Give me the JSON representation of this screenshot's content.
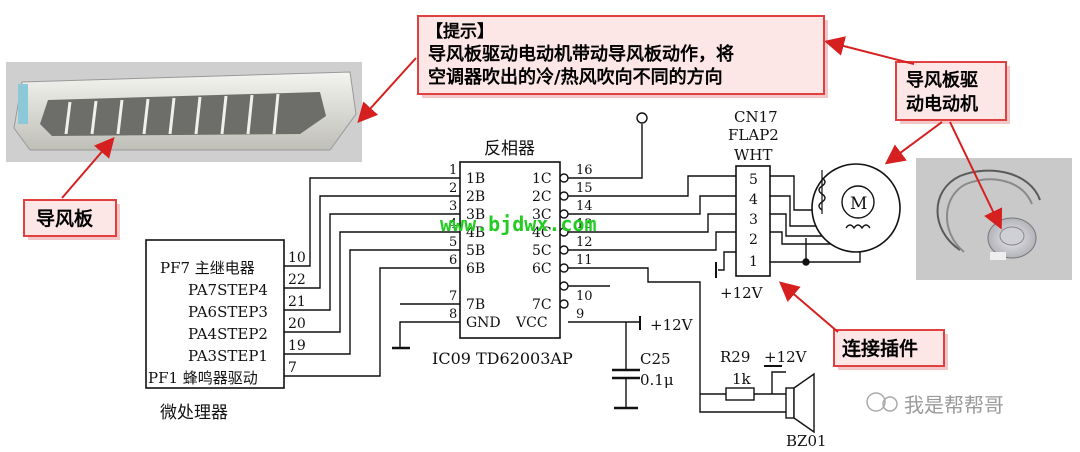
{
  "callouts": {
    "hint_title": "【提示】",
    "hint_line1": "导风板驱动电动机带动导风板动作，将",
    "hint_line2": "空调器吹出的冷/热风吹向不同的方向",
    "flap": "导风板",
    "motor_line1": "导风板驱",
    "motor_line2": "动电动机",
    "connector": "连接插件"
  },
  "inverter": {
    "title": "反相器",
    "part": "IC09 TD62003AP",
    "left_pins": [
      {
        "num": "1",
        "name": "1B"
      },
      {
        "num": "2",
        "name": "2B"
      },
      {
        "num": "3",
        "name": "3B"
      },
      {
        "num": "4",
        "name": "4B"
      },
      {
        "num": "5",
        "name": "5B"
      },
      {
        "num": "6",
        "name": "6B"
      },
      {
        "num": "7",
        "name": "7B"
      },
      {
        "num": "8",
        "name": "GND"
      }
    ],
    "right_pins": [
      {
        "num": "16",
        "name": "1C"
      },
      {
        "num": "15",
        "name": "2C"
      },
      {
        "num": "14",
        "name": "3C"
      },
      {
        "num": "13",
        "name": "4C"
      },
      {
        "num": "12",
        "name": "5C"
      },
      {
        "num": "11",
        "name": "6C"
      },
      {
        "num": "10",
        "name": "7C"
      },
      {
        "num": "9",
        "name": "VCC"
      }
    ]
  },
  "mcu": {
    "title": "微处理器",
    "pins": [
      {
        "name": "PF7 主继电器",
        "num": "10"
      },
      {
        "name": "PA7STEP4",
        "num": "22"
      },
      {
        "name": "PA6STEP3",
        "num": "21"
      },
      {
        "name": "PA4STEP2",
        "num": "20"
      },
      {
        "name": "PA3STEP1",
        "num": "19"
      },
      {
        "name": "PF1 蜂鸣器驱动",
        "num": "7"
      }
    ]
  },
  "connector": {
    "name": "CN17",
    "type": "FLAP2",
    "color": "WHT",
    "pins": [
      "5",
      "4",
      "3",
      "2",
      "1"
    ],
    "supply": "+12V"
  },
  "motor": {
    "symbol": "M"
  },
  "capacitor": {
    "supply": "+12V",
    "name": "C25",
    "value": "0.1μ"
  },
  "buzzer": {
    "resistor": "R29",
    "resistor_value": "1k",
    "supply": "+12V",
    "name": "BZ01"
  },
  "watermark": "www.bjdwx.com",
  "signature": "我是帮帮哥",
  "colors": {
    "callout_border": "#e04040",
    "callout_fill": "#fde6e6",
    "arrow": "#d62020",
    "watermark": "#22cc22"
  }
}
